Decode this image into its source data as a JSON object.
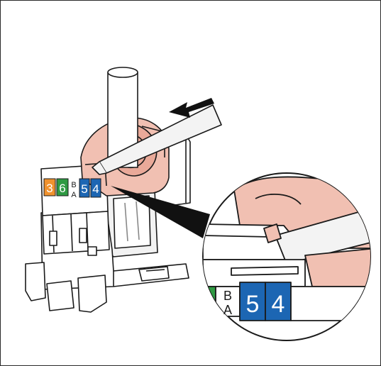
{
  "figure": {
    "colors": {
      "outline": "#1a1a1a",
      "housing": "#ffffff",
      "housing_shade": "#e6e6e6",
      "housing_dark": "#cfcfcf",
      "latch_pink": "#f1c0b2",
      "latch_pink_dark": "#d99a88",
      "cable": "#ffffff",
      "tool_fill": "#f3f3f3",
      "pointer_black": "#111111",
      "color_orange": "#f0922e",
      "color_green": "#2f9a43",
      "color_blue": "#1c66b3"
    },
    "main_labels": {
      "pair_3": "3",
      "pair_6": "6",
      "scheme_b": "B",
      "scheme_a": "A",
      "pair_5": "5",
      "pair_4": "4"
    },
    "zoom_labels": {
      "scheme_b": "B",
      "scheme_a": "A",
      "pair_5": "5",
      "pair_4": "4"
    },
    "icons": [
      "arrow-icon",
      "screwdriver-icon",
      "cable-icon",
      "keystone-jack-icon",
      "magnifier-callout-icon"
    ]
  }
}
